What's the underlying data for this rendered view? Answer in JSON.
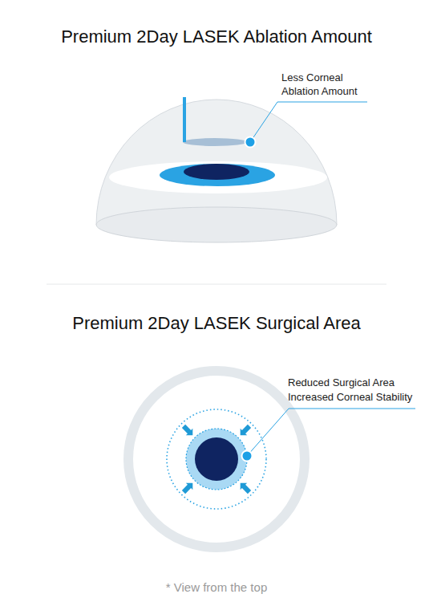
{
  "diagram": {
    "title": "Premium 2Day LASEK Ablation Amount",
    "caption": "* View from the top",
    "labels": [
      "Less Corneal Ablation Amount",
      "Premium 2Day LASEK Surgical Area",
      "Reduced Surgical Area",
      "Increased Corneal Stability"
    ]
  }
}
